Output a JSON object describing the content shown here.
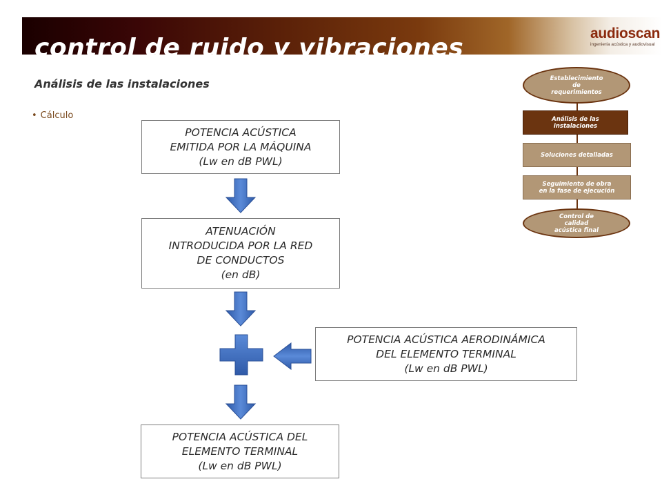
{
  "header": {
    "title": "control de ruido y vibraciones",
    "logo_name": "audioscan",
    "logo_tagline": "ingeniería acústica y audiovisual"
  },
  "section": {
    "title": "Análisis de las instalaciones",
    "bullet": "Cálculo"
  },
  "flow": {
    "box1": [
      "POTENCIA ACÚSTICA",
      "EMITIDA POR LA MÁQUINA",
      "(Lw en dB PWL)"
    ],
    "box2": [
      "ATENUACIÓN",
      "INTRODUCIDA POR LA RED",
      "DE CONDUCTOS",
      "(en dB)"
    ],
    "box3": [
      "POTENCIA ACÚSTICA AERODINÁMICA",
      "DEL ELEMENTO TERMINAL",
      "(Lw en dB PWL)"
    ],
    "box4": [
      "POTENCIA ACÚSTICA DEL",
      "ELEMENTO TERMINAL",
      "(Lw en dB PWL)"
    ]
  },
  "process": {
    "steps": [
      [
        "Establecimiento",
        "de",
        "requerimientos"
      ],
      [
        "Análisis  de las",
        "instalaciones"
      ],
      [
        "Soluciones  detalladas"
      ],
      [
        "Seguimiento  de obra",
        "en la fase de ejecución"
      ],
      [
        "Control de",
        "calidad",
        "acústica  final"
      ]
    ]
  },
  "colors": {
    "arrow_blue": "#3f6fc0",
    "active_step": "#6b3410",
    "inactive_step": "#b29776",
    "brand": "#8b2a0e"
  }
}
